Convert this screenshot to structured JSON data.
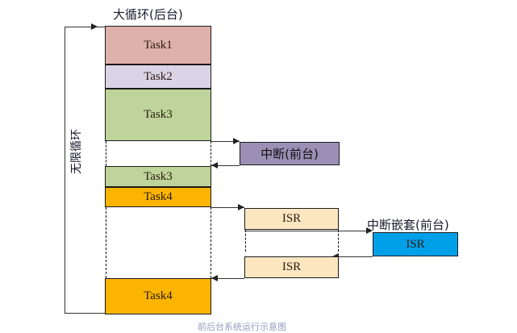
{
  "diagram": {
    "title_main": "大循环(后台)",
    "title_nested": "中断嵌套(前台)",
    "loop_label": "无限循环",
    "bottom_caption": "前后台系统运行示意图",
    "colors": {
      "task1": "#dfb1ab",
      "task2": "#dad3e5",
      "task3": "#bed49a",
      "task4": "#fbb500",
      "interrupt": "#9b8fb5",
      "isr": "#fbe6c0",
      "isr_nested": "#00a0e9",
      "stroke": "#1a1a1a",
      "connector": "#333333"
    },
    "background_column": {
      "label": "大循环(后台)",
      "blocks": [
        {
          "name": "task1",
          "label": "Task1",
          "color": "#dfb1ab"
        },
        {
          "name": "task2",
          "label": "Task2",
          "color": "#dad3e5"
        },
        {
          "name": "task3-first",
          "label": "Task3",
          "color": "#bed49a"
        },
        {
          "name": "suspend-gap-1",
          "label": "",
          "color": "#ffffff"
        },
        {
          "name": "task3-resume",
          "label": "Task3",
          "color": "#bed49a"
        },
        {
          "name": "task4-first",
          "label": "Task4",
          "color": "#fbb500"
        },
        {
          "name": "suspend-gap-2",
          "label": "",
          "color": "#ffffff"
        },
        {
          "name": "task4-resume",
          "label": "Task4",
          "color": "#fbb500"
        }
      ]
    },
    "foreground": {
      "interrupt_box": {
        "label": "中断(前台)",
        "color": "#9b8fb5"
      },
      "isr_upper": {
        "label": "ISR",
        "color": "#fbe6c0"
      },
      "isr_lower": {
        "label": "ISR",
        "color": "#fbe6c0"
      },
      "isr_nested": {
        "label": "ISR",
        "color": "#00a0e9",
        "title": "中断嵌套(前台)"
      }
    },
    "arrows": [
      {
        "name": "enter-interrupt",
        "direction": "right"
      },
      {
        "name": "return-from-interrupt",
        "direction": "left"
      },
      {
        "name": "enter-isr",
        "direction": "right"
      },
      {
        "name": "enter-nested-isr",
        "direction": "right"
      },
      {
        "name": "return-from-nested-isr",
        "direction": "left"
      },
      {
        "name": "return-from-isr",
        "direction": "left"
      },
      {
        "name": "loop-restart",
        "direction": "right"
      }
    ]
  }
}
